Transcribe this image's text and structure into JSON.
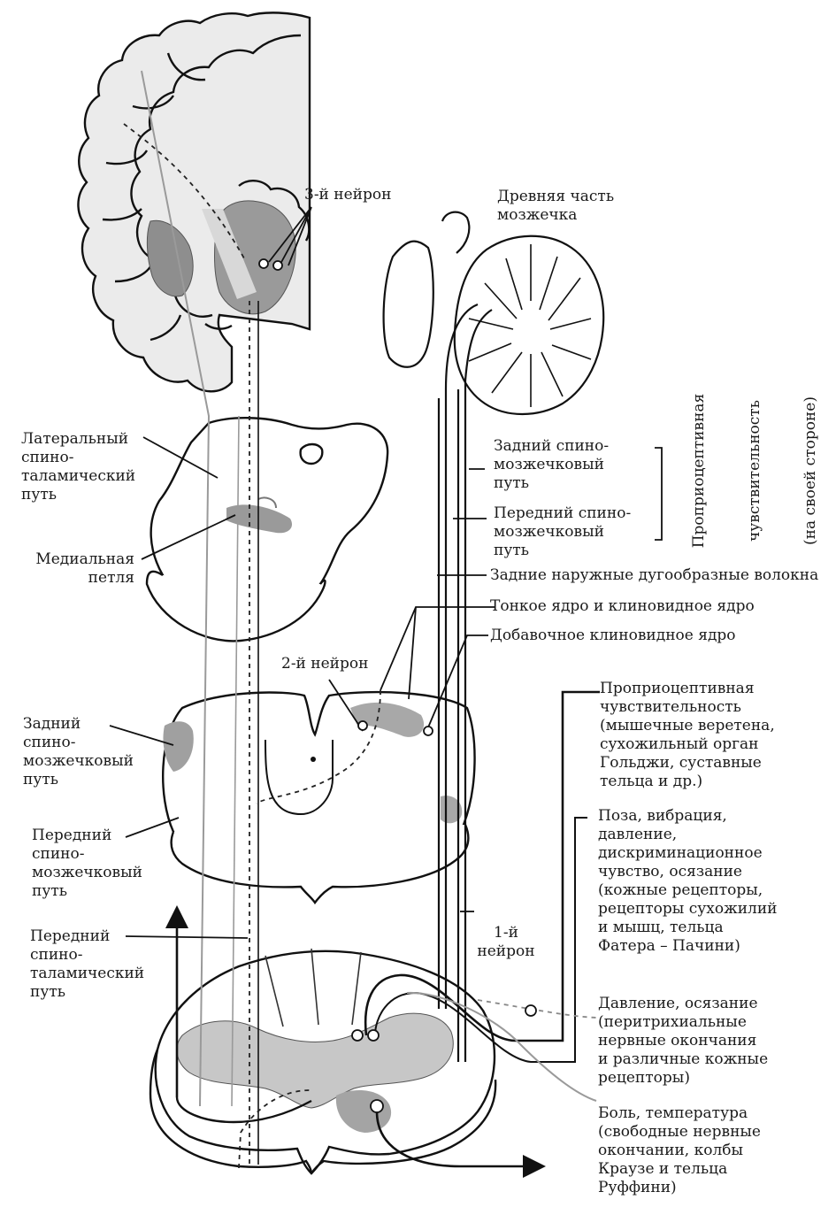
{
  "labels": {
    "neuron3": "3-й нейрон",
    "ancient_cerebellum": "Древняя часть\nмозжечка",
    "lateral_spinothalamic": "Латеральный\nспино-\nталамический\nпуть",
    "medial_lemniscus": "Медиальная\nпетля",
    "posterior_spinocerebellar_right": "Задний спино-\nмозжечковый\nпуть",
    "anterior_spinocerebellar_right": "Передний спино-\nмозжечковый\nпуть",
    "proprio_vertical": [
      "Проприоцептивная",
      "чувствительность",
      "(на своей стороне)"
    ],
    "posterior_external_arcuate": "Задние наружные дугообразные волокна",
    "gracile_cuneate": "Тонкое ядро и клиновидное ядро",
    "accessory_cuneate": "Добавочное клиновидное ядро",
    "neuron2": "2-й нейрон",
    "posterior_spinocerebellar_left": "Задний\nспино-\nмозжечковый\nпуть",
    "anterior_spinocerebellar_left": "Передний\nспино-\nмозжечковый\nпуть",
    "anterior_spinothalamic": "Передний\nспино-\nталамический\nпуть",
    "neuron1": "1-й\nнейрон",
    "proprioception_desc": "Проприоцептивная\nчувствительность\n(мышечные веретена,\nсухожильный орган\nГольджи, суставные\nтельца и др.)",
    "posture_desc": "Поза, вибрация,\nдавление,\nдискриминационное\nчувство, осязание\n(кожные рецепторы,\nрецепторы сухожилий\nи мышц, тельца\nФатера – Пачини)",
    "pressure_desc": "Давление, осязание\n(перитрихиальные\nнервные окончания\nи различные кожные\nрецепторы)",
    "pain_desc": "Боль, температура\n(свободные нервные\nокончании, колбы\nКраузе и тельца\nРуффини)"
  }
}
